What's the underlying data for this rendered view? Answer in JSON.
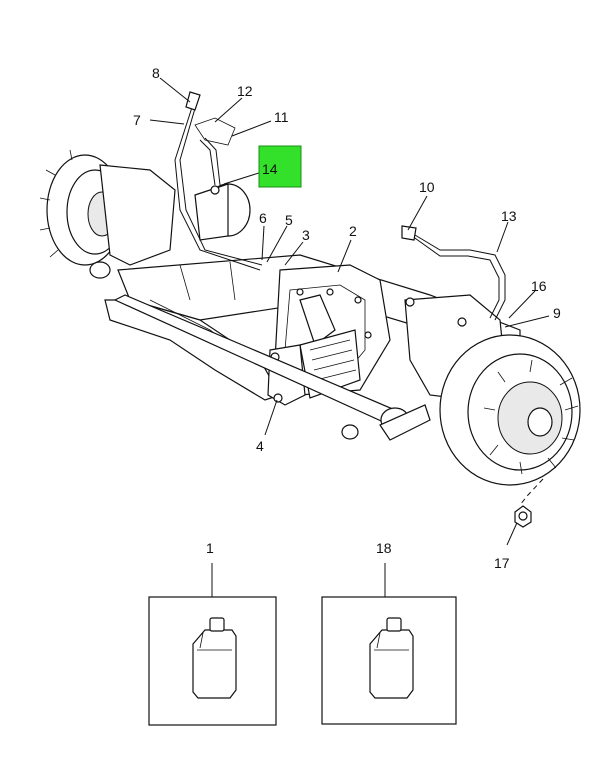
{
  "callouts": {
    "c1": "1",
    "c2": "2",
    "c3": "3",
    "c4": "4",
    "c5": "5",
    "c6": "6",
    "c7": "7",
    "c8": "8",
    "c9": "9",
    "c10": "10",
    "c11": "11",
    "c12": "12",
    "c13": "13",
    "c14": "14",
    "c16": "16",
    "c17": "17",
    "c18": "18"
  },
  "highlight": {
    "callout": "14",
    "color": "#33e12b"
  },
  "colors": {
    "line": "#111111",
    "background": "#ffffff"
  }
}
